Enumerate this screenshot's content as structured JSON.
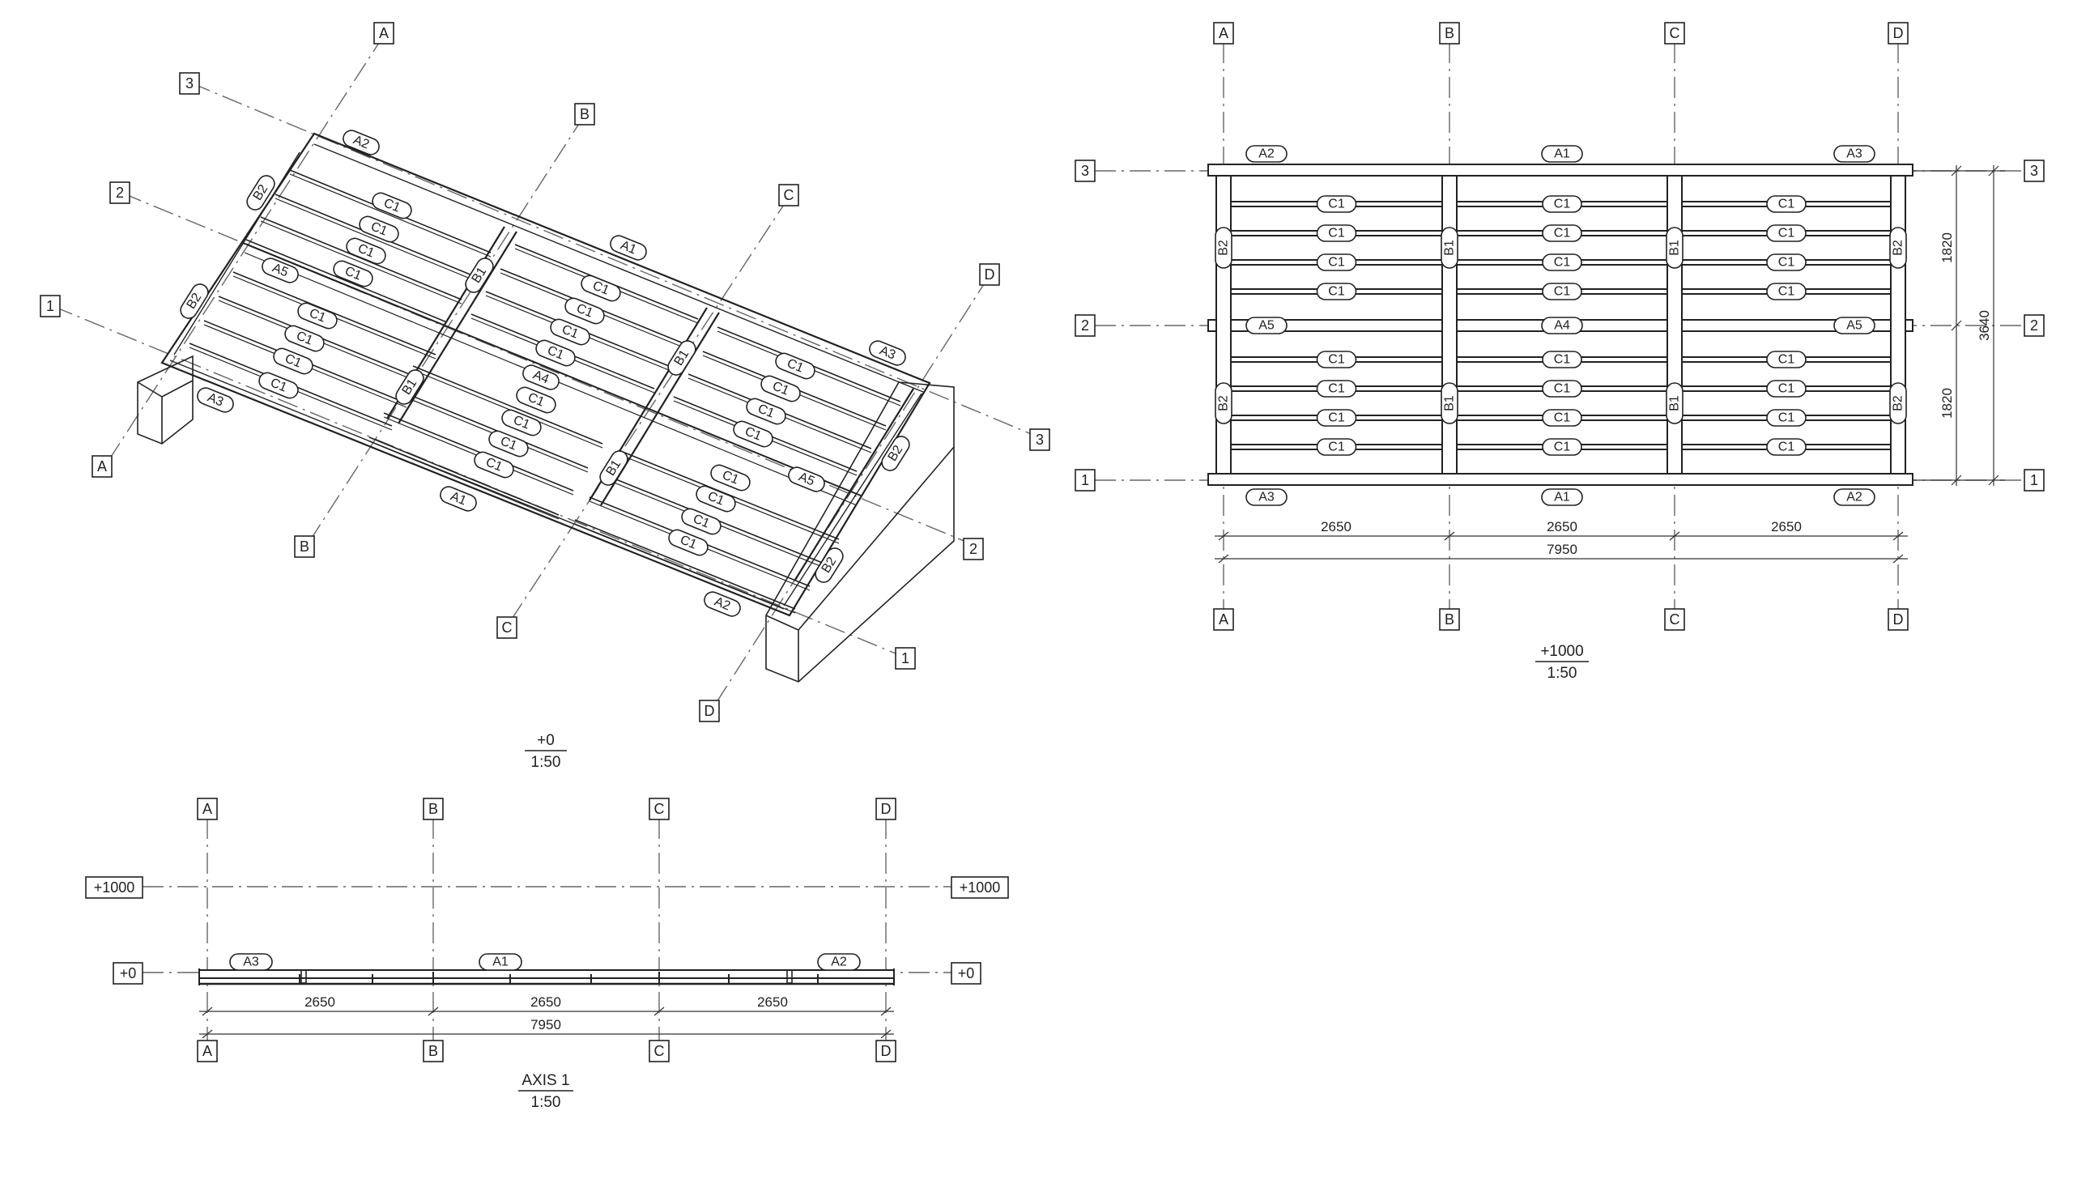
{
  "grid": {
    "letters": [
      "A",
      "B",
      "C",
      "D"
    ],
    "numbers": [
      "1",
      "2",
      "3"
    ]
  },
  "iso_view": {
    "level": "+0",
    "scale": "1:50",
    "labels": {
      "a1_top": "A1",
      "a2_top": "A2",
      "a3_right": "A3",
      "a5_mid": "A5",
      "a4_mid": "A4",
      "a5_right": "A5",
      "a3_front": "A3",
      "a1_front": "A1",
      "a2_front": "A2",
      "b2_back_top": "B2",
      "b2_back_bot": "B2",
      "b2_right_top": "B2",
      "b2_right_bot": "B2",
      "b1_a": "B1",
      "b1_b": "B1",
      "b1_c": "B1",
      "b1_d": "B1",
      "c1": "C1"
    }
  },
  "plan_view": {
    "level": "+1000",
    "scale": "1:50",
    "beam_labels": {
      "top": [
        "A2",
        "A1",
        "A3"
      ],
      "mid": [
        "A5",
        "A4",
        "A5"
      ],
      "bottom": [
        "A3",
        "A1",
        "A2"
      ]
    },
    "joist_label": "C1",
    "girder_labels": {
      "outer": "B2",
      "inner": "B1"
    },
    "dims": {
      "bay": [
        "2650",
        "2650",
        "2650"
      ],
      "total": "7950",
      "half_heights": [
        "1820",
        "1820"
      ],
      "total_height": "3640"
    }
  },
  "section_view": {
    "title": "AXIS 1",
    "scale": "1:50",
    "levels": {
      "upper": "+1000",
      "lower": "+0"
    },
    "beam_labels": [
      "A3",
      "A1",
      "A2"
    ],
    "dims": {
      "bay": [
        "2650",
        "2650",
        "2650"
      ],
      "total": "7950"
    }
  }
}
